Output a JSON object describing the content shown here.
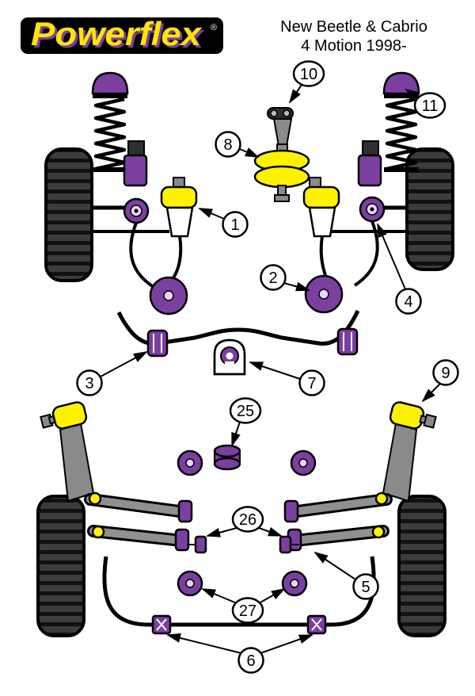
{
  "brand": {
    "name": "Powerflex",
    "registered_mark": "®"
  },
  "header": {
    "title_line1": "New Beetle & Cabrio",
    "title_line2": "4 Motion 1998-"
  },
  "colors": {
    "bush_purple": "#7B3FA0",
    "bush_yellow": "#FFF200",
    "logo_background": "#000000",
    "logo_text_yellow": "#FFE600",
    "logo_accent_purple": "#7B3FA0",
    "line_black": "#000000",
    "background": "#FFFFFF"
  },
  "diagram": {
    "callouts": {
      "c1": {
        "label": "1"
      },
      "c2": {
        "label": "2"
      },
      "c3": {
        "label": "3"
      },
      "c4": {
        "label": "4"
      },
      "c5": {
        "label": "5"
      },
      "c6": {
        "label": "6"
      },
      "c7": {
        "label": "7"
      },
      "c8": {
        "label": "8"
      },
      "c9": {
        "label": "9"
      },
      "c10": {
        "label": "10"
      },
      "c11": {
        "label": "11"
      },
      "c25": {
        "label": "25"
      },
      "c26": {
        "label": "26"
      },
      "c27": {
        "label": "27"
      }
    }
  }
}
